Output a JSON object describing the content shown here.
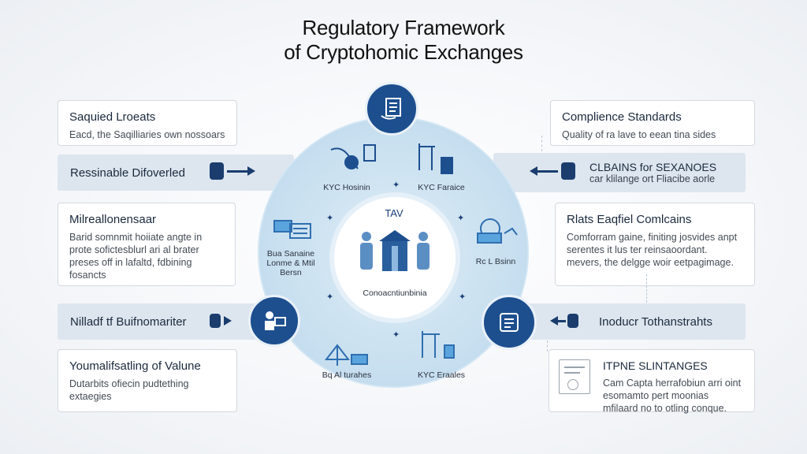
{
  "title": {
    "line1": "Regulatory Framework",
    "line2": "of Cryptohomic Exchanges"
  },
  "left": {
    "card1": {
      "heading": "Saquied Lroeats",
      "text": "Eacd, the Saqilliaries own nossoars"
    },
    "band1": {
      "label": "Ressinable Difoverled"
    },
    "card2": {
      "heading": "Milreallonensaar",
      "text": "Barid somnmit hoiiate angte in prote sofictesblurl ari al brater preses off in lafaltd, fdbining fosancts"
    },
    "band2": {
      "label": "Nilladf tf Buifnomariter"
    },
    "card3": {
      "heading": "Youmalifsatling of Valune",
      "text": "Dutarbits ofiecin pudtething extaegies"
    }
  },
  "right": {
    "card1": {
      "heading": "Complience Standards",
      "text": "Quality of ra lave to eean tina sides"
    },
    "band1": {
      "label": "CLBAINS for SEXANOES",
      "sub": "car klilange ort Fliacibe aorle"
    },
    "card2": {
      "heading": "Rlats Eaqfiel Comlcains",
      "text": "Comforram gaine, finiting josvides anpt serentes it lus ter reinsaoordant. mevers, the delgge woir eetpagimage."
    },
    "band2": {
      "label": "Inoducr Tothanstrahts"
    },
    "card3": {
      "heading": "ITPNE SLINTANGES",
      "text": "Cam Capta herrafobiun arri oint esomamto pert moonias mfilaard no to otling conque."
    }
  },
  "center": {
    "label_top": "TAV",
    "label_bottom": "Conoacntiunbinia",
    "nodes": {
      "n1": "KYC Hosinin",
      "n2": "KYC Faraice",
      "n3": "Bua Sanaine Lonme & Mtil Bersn",
      "n4": "Rc L Bsinn",
      "n5": "Bq Al turahes",
      "n6": "KYC Eraales"
    }
  },
  "colors": {
    "accent": "#1d4f8f",
    "circle": "#c9e0f0",
    "band": "#dde6ef"
  }
}
